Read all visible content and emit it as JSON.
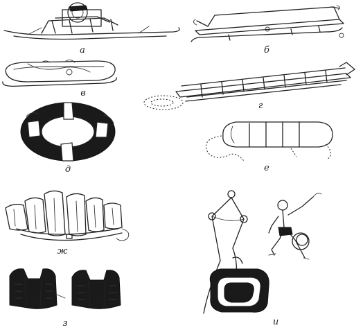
{
  "labels": {
    "a": "а",
    "b": "б",
    "v": "в",
    "g": "г",
    "d": "д",
    "e": "е",
    "zh": "ж",
    "z": "з",
    "i": "и"
  }
}
